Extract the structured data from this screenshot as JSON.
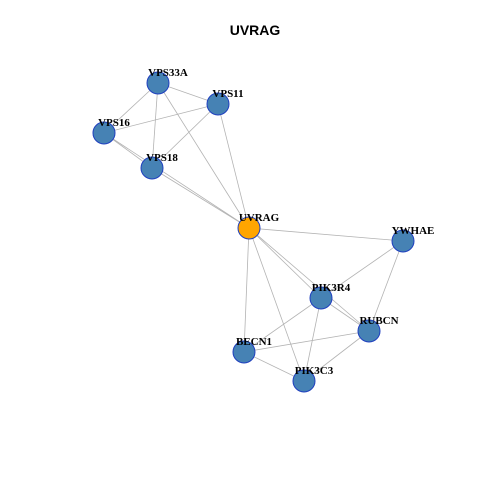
{
  "title": "UVRAG",
  "colors": {
    "hub": "#FFA500",
    "node": "#4682B4",
    "node_border": "#1F3FBF",
    "edge": "#B3B3B3"
  },
  "nodes": [
    {
      "id": "VPS33A",
      "label": "VPS33A",
      "hub": false
    },
    {
      "id": "VPS11",
      "label": "VPS11",
      "hub": false
    },
    {
      "id": "VPS16",
      "label": "VPS16",
      "hub": false
    },
    {
      "id": "VPS18",
      "label": "VPS18",
      "hub": false
    },
    {
      "id": "UVRAG",
      "label": "UVRAG",
      "hub": true
    },
    {
      "id": "YWHAE",
      "label": "YWHAE",
      "hub": false
    },
    {
      "id": "PIK3R4",
      "label": "PIK3R4",
      "hub": false
    },
    {
      "id": "RUBCN",
      "label": "RUBCN",
      "hub": false
    },
    {
      "id": "BECN1",
      "label": "BECN1",
      "hub": false
    },
    {
      "id": "PIK3C3",
      "label": "PIK3C3",
      "hub": false
    }
  ],
  "edges": [
    [
      "VPS33A",
      "VPS11"
    ],
    [
      "VPS33A",
      "VPS16"
    ],
    [
      "VPS33A",
      "VPS18"
    ],
    [
      "VPS33A",
      "UVRAG"
    ],
    [
      "VPS11",
      "VPS16"
    ],
    [
      "VPS11",
      "VPS18"
    ],
    [
      "VPS11",
      "UVRAG"
    ],
    [
      "VPS16",
      "VPS18"
    ],
    [
      "VPS16",
      "UVRAG"
    ],
    [
      "VPS18",
      "UVRAG"
    ],
    [
      "UVRAG",
      "YWHAE"
    ],
    [
      "UVRAG",
      "PIK3R4"
    ],
    [
      "UVRAG",
      "RUBCN"
    ],
    [
      "UVRAG",
      "BECN1"
    ],
    [
      "UVRAG",
      "PIK3C3"
    ],
    [
      "YWHAE",
      "PIK3R4"
    ],
    [
      "YWHAE",
      "RUBCN"
    ],
    [
      "PIK3R4",
      "RUBCN"
    ],
    [
      "PIK3R4",
      "BECN1"
    ],
    [
      "PIK3R4",
      "PIK3C3"
    ],
    [
      "RUBCN",
      "BECN1"
    ],
    [
      "RUBCN",
      "PIK3C3"
    ],
    [
      "BECN1",
      "PIK3C3"
    ]
  ]
}
